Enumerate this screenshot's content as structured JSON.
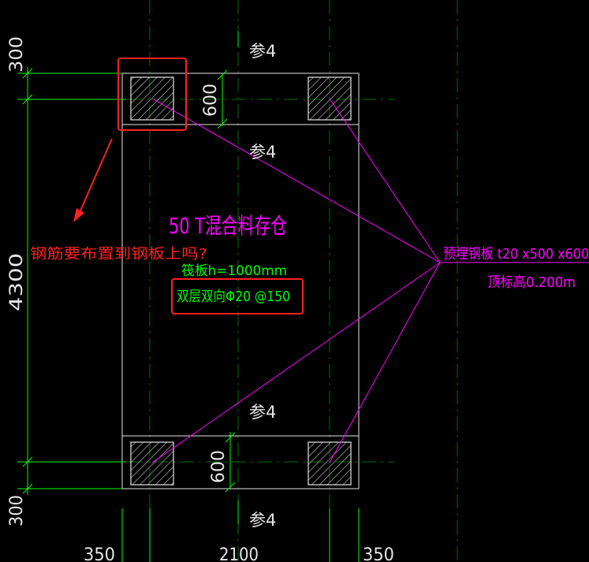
{
  "colors": {
    "background": "#000000",
    "outline": "#e6e6e6",
    "dimension": "#00ff00",
    "grid": "#00ff00",
    "leader": "#ff00ff",
    "note": "#ff00ff",
    "annotation": "#ff2020",
    "hatch": "#cfcfcf"
  },
  "labels": {
    "can4": "参4",
    "silo_title": "50 T混合料存仓",
    "raft_thickness": "筏板h=1000mm",
    "rebar": "双层双向Φ20 @150",
    "question": "钢筋要布置到钢板上吗?",
    "plate_spec": "预埋钢板 t20 x500 x600",
    "plate_elev": "顶标高0.200m"
  },
  "dims": {
    "d300_top": "300",
    "d4300": "4300",
    "d300_bottom": "300",
    "d600_top": "600",
    "d600_bottom": "600",
    "d350_left": "350",
    "d2100": "2100",
    "d350_right": "350"
  }
}
